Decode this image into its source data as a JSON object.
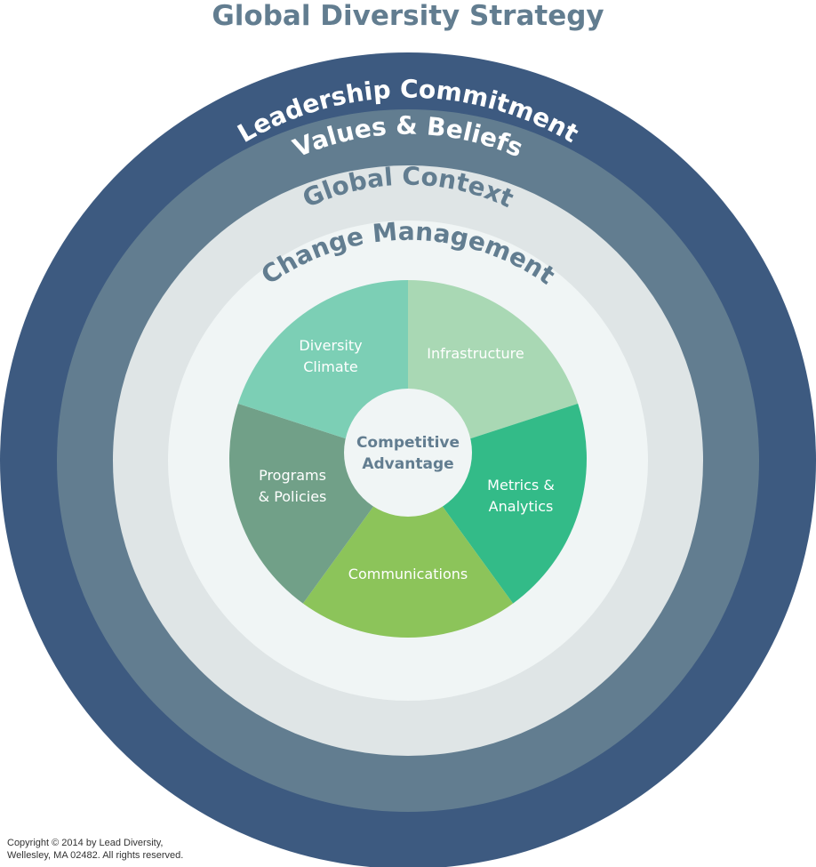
{
  "title": "Global Diversity Strategy",
  "rings": [
    {
      "label": "Leadership Commitment",
      "color": "#3d5a80"
    },
    {
      "label": "Values & Beliefs",
      "color": "#627d90"
    },
    {
      "label": "Global Context",
      "color": "#dfe5e6"
    },
    {
      "label": "Change Management",
      "color": "#f0f5f5"
    }
  ],
  "segments": [
    {
      "label_lines": [
        "Infrastructure"
      ],
      "color": "#a9d8b4"
    },
    {
      "label_lines": [
        "Metrics &",
        "Analytics"
      ],
      "color": "#33bb88"
    },
    {
      "label_lines": [
        "Communications"
      ],
      "color": "#8cc45a"
    },
    {
      "label_lines": [
        "Programs",
        "& Policies"
      ],
      "color": "#71a088"
    },
    {
      "label_lines": [
        "Diversity",
        "Climate"
      ],
      "color": "#7ccfb5"
    }
  ],
  "center": {
    "label_lines": [
      "Competitive",
      "Advantage"
    ],
    "color": "#f0f5f5"
  },
  "colors": {
    "title": "#627d90",
    "dark_ring_text": "#ffffff",
    "light_ring_text": "#627d90",
    "center_text": "#627d90"
  },
  "copyright": {
    "line1": "Copyright © 2014 by Lead Diversity,",
    "line2": "Wellesley, MA 02482. All rights reserved."
  }
}
